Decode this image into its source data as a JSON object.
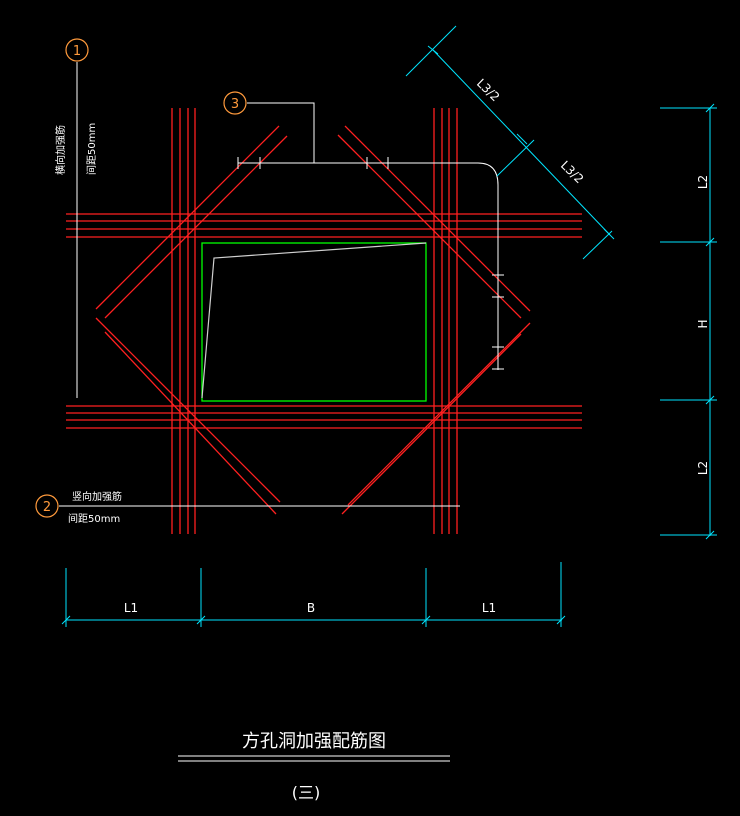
{
  "drawing": {
    "title": "方孔洞加强配筋图",
    "subtitle": "(三)",
    "callouts": [
      {
        "number": "1",
        "label_line1": "横向加强筋",
        "label_line2": "间距50mm"
      },
      {
        "number": "2",
        "label_line1": "竖向加强筋",
        "label_line2": "间距50mm"
      },
      {
        "number": "3"
      }
    ],
    "dimensions": {
      "bottom": [
        "L1",
        "B",
        "L1"
      ],
      "right": [
        "L2",
        "H",
        "L2"
      ],
      "diagonal": [
        "L3/2",
        "L3/2"
      ]
    },
    "colors": {
      "background": "#000000",
      "rebar": "#ff2020",
      "opening": "#00ff00",
      "dimension": "#00e5ff",
      "leader": "#ffffff",
      "callout": "#ff9a3c",
      "text": "#ffffff"
    }
  }
}
